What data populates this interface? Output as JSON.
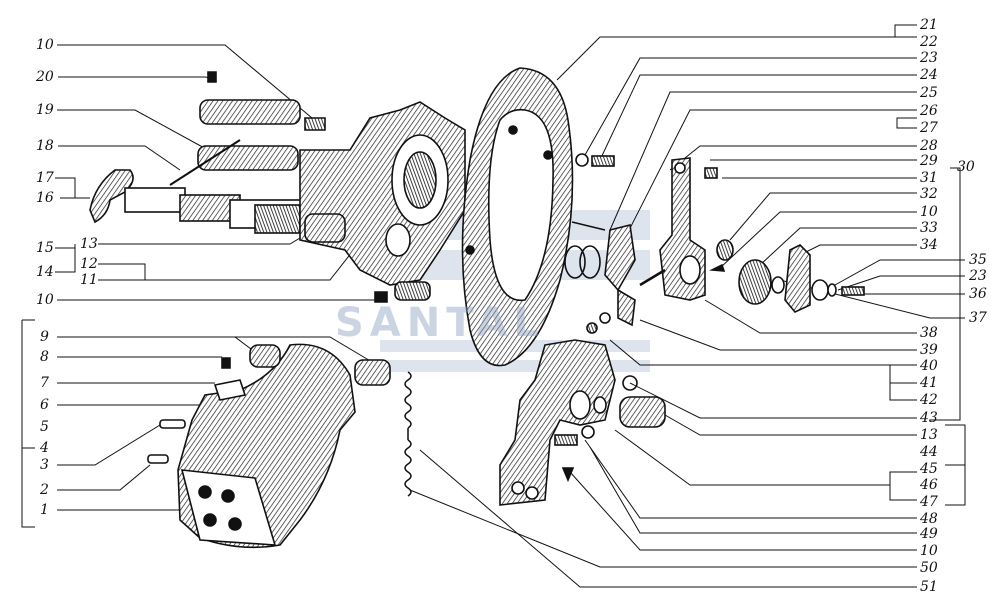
{
  "watermark": "SANTAL",
  "labels": {
    "l10a": "10",
    "l20": "20",
    "l19": "19",
    "l18": "18",
    "l17": "17",
    "l16": "16",
    "l13a": "13",
    "l15": "15",
    "l12": "12",
    "l14": "14",
    "l11": "11",
    "l10b": "10",
    "l9": "9",
    "l8": "8",
    "l7": "7",
    "l6": "6",
    "l5": "5",
    "l4": "4",
    "l3": "3",
    "l2": "2",
    "l1": "1",
    "l21": "21",
    "l22": "22",
    "l23a": "23",
    "l24": "24",
    "l25": "25",
    "l26": "26",
    "l27": "27",
    "l28": "28",
    "l29": "29",
    "l30": "30",
    "l31": "31",
    "l32": "32",
    "l10c": "10",
    "l33": "33",
    "l34": "34",
    "l35": "35",
    "l23b": "23",
    "l36": "36",
    "l37": "37",
    "l38": "38",
    "l39": "39",
    "l40": "40",
    "l41": "41",
    "l42": "42",
    "l43": "43",
    "l13b": "13",
    "l44": "44",
    "l45": "45",
    "l46": "46",
    "l47": "47",
    "l48": "48",
    "l49": "49",
    "l10d": "10",
    "l50": "50",
    "l51": "51"
  }
}
